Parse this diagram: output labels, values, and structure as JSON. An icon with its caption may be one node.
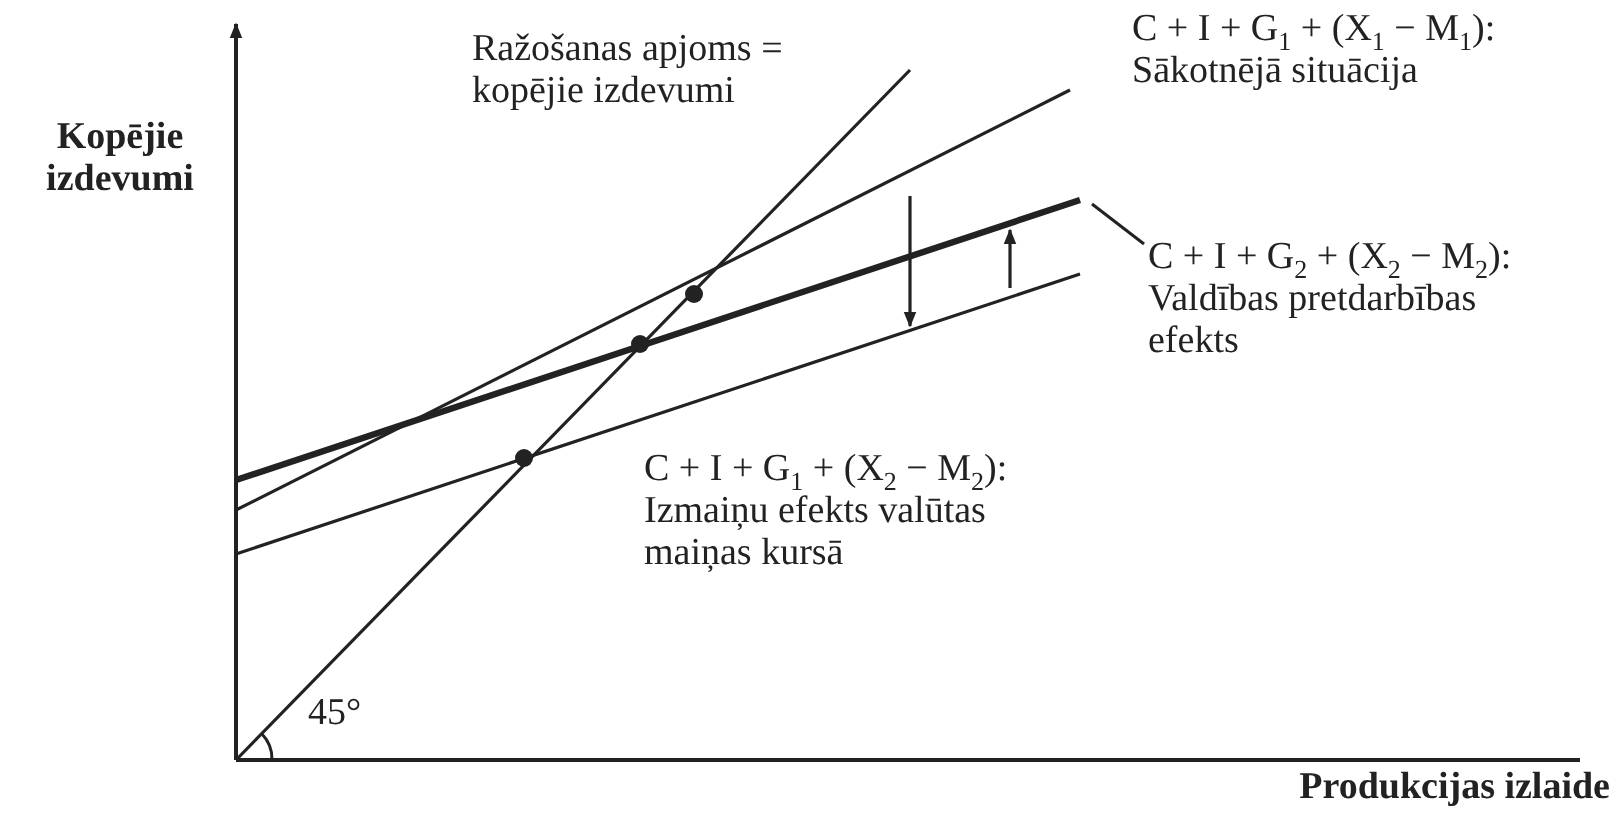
{
  "diagram": {
    "nodes": [
      {
        "text": [
          "C + I + G$_{2}$ + (X$_{2}$ − M$_{2}$):",
          "Valdības pretdarbības efekts"
        ]
      },
      {
        "text": [],
        "shape": "line"
      }
    ],
    "edges": [
      {
        "from": 0,
        "to": 1,
        "arrow": "none"
      }
    ],
    "labels": [
      "Kopējie izdevumi",
      "Ražošanas apjoms = kopējie izdevumi",
      "C + I + G$_{1}$ + (X$_{1}$ − M$_{1}$):",
      "Sākotnējā situācija",
      "C + I + G$_{1}$ + (X$_{2}$ − M$_{2}$):",
      "Izmaiņu efekts valūtas maiņas kursā",
      "45°",
      "Produkcijas izlaide"
    ]
  }
}
